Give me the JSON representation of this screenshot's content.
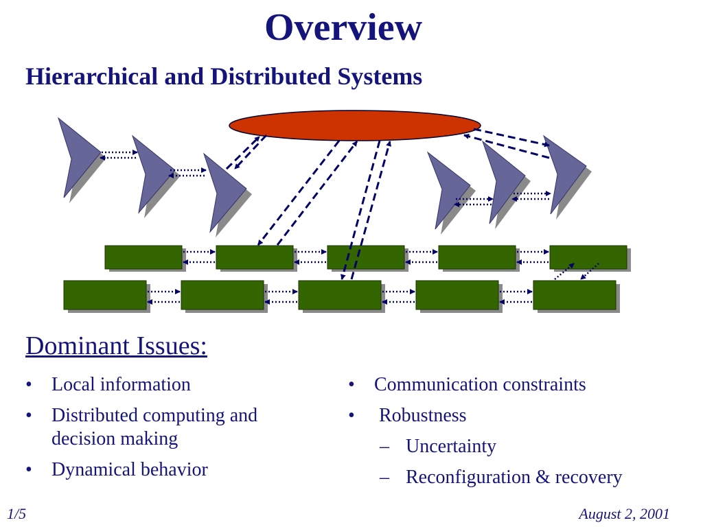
{
  "slide": {
    "title": "Overview",
    "subtitle": "Hierarchical and Distributed Systems",
    "issues_heading": "Dominant Issues:",
    "left_bullets": [
      {
        "bullet": "•",
        "text": "Local information"
      },
      {
        "bullet": "•",
        "text": "Distributed computing and decision making"
      },
      {
        "bullet": "•",
        "text": "Dynamical behavior"
      }
    ],
    "right_bullets": [
      {
        "bullet": "•",
        "text": "Communication constraints"
      },
      {
        "bullet": "•",
        "text": " Robustness"
      },
      {
        "bullet": "–",
        "text": "Uncertainty"
      },
      {
        "bullet": "–",
        "text": "Reconfiguration & recovery"
      }
    ],
    "page_number": "1/5",
    "date": "August 2, 2001"
  },
  "colors": {
    "text": "#14147a",
    "ellipse_fill": "#cc3300",
    "chevron_fill": "#666699",
    "box_fill": "#336600",
    "link_color": "#000066"
  },
  "diagram": {
    "central_node_shape": "ellipse",
    "agent_shape": "chevron",
    "unit_shape": "rectangle",
    "left_agent_group_count": 3,
    "right_agent_group_count": 3,
    "unit_rows": [
      5,
      5
    ]
  }
}
